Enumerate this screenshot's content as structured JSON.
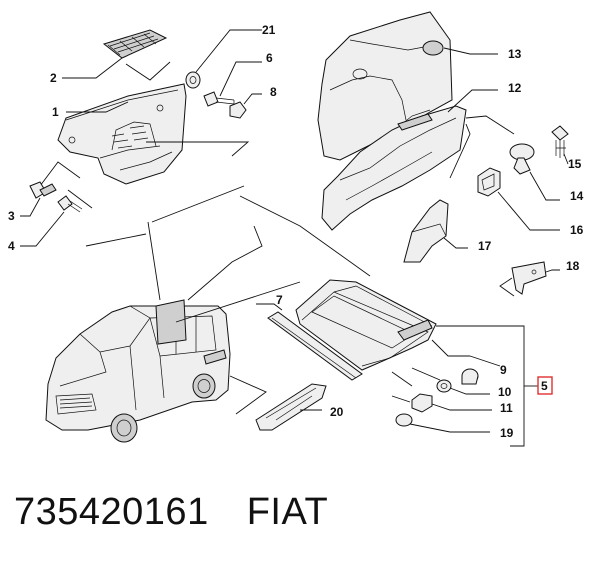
{
  "callouts": {
    "c1": "1",
    "c2": "2",
    "c3": "3",
    "c4": "4",
    "c5": "5",
    "c6": "6",
    "c7": "7",
    "c8": "8",
    "c9": "9",
    "c10": "10",
    "c11": "11",
    "c12": "12",
    "c13": "13",
    "c14": "14",
    "c15": "15",
    "c16": "16",
    "c17": "17",
    "c18": "18",
    "c19": "19",
    "c20": "20",
    "c21": "21"
  },
  "highlight_color": "#e03030",
  "footer": {
    "part_number": "735420161",
    "brand": "FIAT"
  }
}
